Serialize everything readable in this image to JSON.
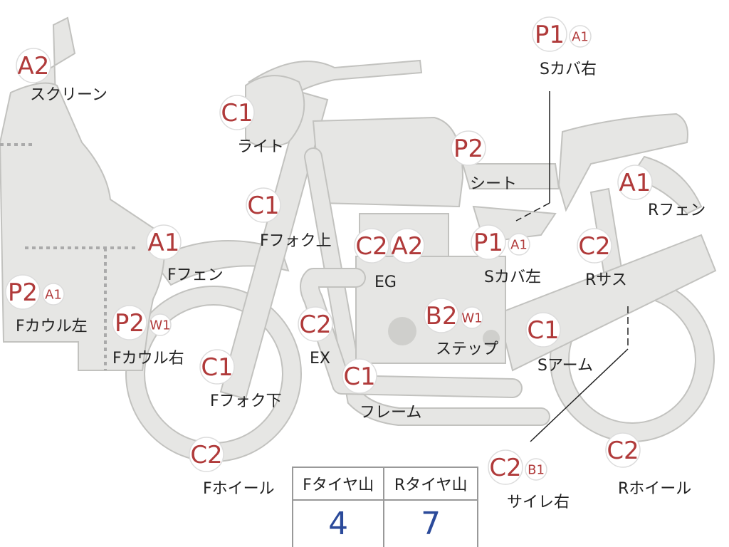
{
  "badges": [
    {
      "id": "screen",
      "grade": "A2",
      "sub": "",
      "label": "スクリーン"
    },
    {
      "id": "light",
      "grade": "C1",
      "sub": "",
      "label": "ライト"
    },
    {
      "id": "f-fork-upper",
      "grade": "C1",
      "sub": "",
      "label": "Fフォク上"
    },
    {
      "id": "f-fender",
      "grade": "A1",
      "sub": "",
      "label": "Fフェン"
    },
    {
      "id": "f-cowl-left",
      "grade": "P2",
      "sub": "A1",
      "label": "Fカウル左"
    },
    {
      "id": "f-cowl-right",
      "grade": "P2",
      "sub": "W1",
      "label": "Fカウル右"
    },
    {
      "id": "f-fork-lower",
      "grade": "C1",
      "sub": "",
      "label": "Fフォク下"
    },
    {
      "id": "f-wheel",
      "grade": "C2",
      "sub": "",
      "label": "Fホイール"
    },
    {
      "id": "engine",
      "grade": "C2",
      "grade2": "A2",
      "sub": "",
      "label": "EG"
    },
    {
      "id": "exhaust",
      "grade": "C2",
      "sub": "",
      "label": "EX"
    },
    {
      "id": "frame",
      "grade": "C1",
      "sub": "",
      "label": "フレーム"
    },
    {
      "id": "seat",
      "grade": "P2",
      "sub": "",
      "label": "シート"
    },
    {
      "id": "side-cover-right",
      "grade": "P1",
      "sub": "A1",
      "label": "Sカバ右"
    },
    {
      "id": "side-cover-left",
      "grade": "P1",
      "sub": "A1",
      "label": "Sカバ左"
    },
    {
      "id": "step",
      "grade": "B2",
      "sub": "W1",
      "label": "ステップ"
    },
    {
      "id": "swingarm",
      "grade": "C1",
      "sub": "",
      "label": "Sアーム"
    },
    {
      "id": "r-fender",
      "grade": "A1",
      "sub": "",
      "label": "Rフェン"
    },
    {
      "id": "r-suspension",
      "grade": "C2",
      "sub": "",
      "label": "Rサス"
    },
    {
      "id": "muffler-right",
      "grade": "C2",
      "sub": "B1",
      "label": "サイレ右"
    },
    {
      "id": "r-wheel",
      "grade": "C2",
      "sub": "",
      "label": "Rホイール"
    }
  ],
  "tire_table": {
    "headers": [
      "Fタイヤ山",
      "Rタイヤ山"
    ],
    "values": [
      "4",
      "7"
    ]
  },
  "colors": {
    "grade_text": "#b03a3a",
    "tire_value": "#2b4a9a",
    "part_fill": "#e6e6e4"
  }
}
